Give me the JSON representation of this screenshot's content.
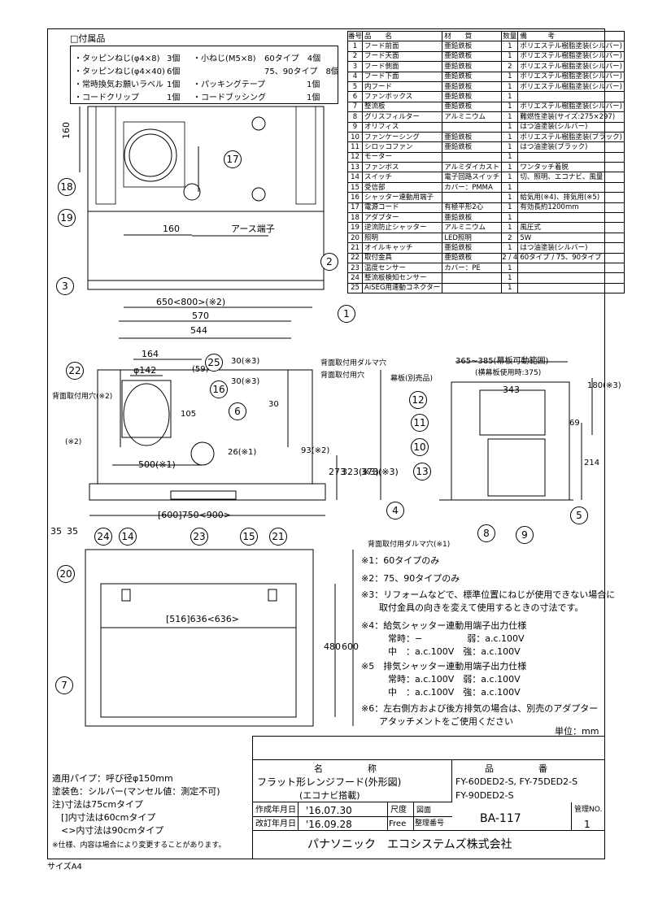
{
  "page": {
    "size_label": "サイズA4"
  },
  "accessories": {
    "heading": "□付属品",
    "items": [
      {
        "name": "・タッピンねじ(φ4×8)",
        "qty": "3個"
      },
      {
        "name": "・タッピンねじ(φ4×40)",
        "qty": "6個"
      },
      {
        "name": "・常時換気お願いラベル",
        "qty": "1個"
      },
      {
        "name": "・コードクリップ",
        "qty": "1個"
      }
    ],
    "items_right": [
      {
        "name": "・小ねじ(M5×8)",
        "qty": "60タイプ　4個"
      },
      {
        "name": "",
        "qty": "75、90タイプ　8個"
      },
      {
        "name": "・パッキングテープ",
        "qty": "1個"
      },
      {
        "name": "・コードブッシング",
        "qty": "1個"
      }
    ]
  },
  "parts_table": {
    "headers": [
      "番号",
      "品　　名",
      "材　　質",
      "数量",
      "備　　　考"
    ],
    "rows": [
      [
        "1",
        "フード前面",
        "亜鉛鉄板",
        "1",
        "ポリエステル樹脂塗装(シルバー)"
      ],
      [
        "2",
        "フード天面",
        "亜鉛鉄板",
        "1",
        "ポリエステル樹脂塗装(シルバー)"
      ],
      [
        "3",
        "フード側面",
        "亜鉛鉄板",
        "2",
        "ポリエステル樹脂塗装(シルバー)"
      ],
      [
        "4",
        "フード下面",
        "亜鉛鉄板",
        "1",
        "ポリエステル樹脂塗装(シルバー)"
      ],
      [
        "5",
        "内フード",
        "亜鉛鉄板",
        "1",
        "ポリエステル樹脂塗装(シルバー)"
      ],
      [
        "6",
        "ファンボックス",
        "亜鉛鉄板",
        "1",
        ""
      ],
      [
        "7",
        "整流板",
        "亜鉛鉄板",
        "1",
        "ポリエステル樹脂塗装(シルバー)"
      ],
      [
        "8",
        "グリスフィルター",
        "アルミニウム",
        "1",
        "難燃性塗装(サイズ:275×297)"
      ],
      [
        "9",
        "オリフィス",
        "",
        "1",
        "はつ油塗装(シルバー)"
      ],
      [
        "10",
        "ファンケーシング",
        "亜鉛鉄板",
        "1",
        "ポリエステル樹脂塗装(ブラック)"
      ],
      [
        "11",
        "シロッコファン",
        "亜鉛鉄板",
        "1",
        "はつ油塗装(ブラック)"
      ],
      [
        "12",
        "モーター",
        "",
        "1",
        ""
      ],
      [
        "13",
        "ファンボス",
        "アルミダイカスト",
        "1",
        "ワンタッチ着脱"
      ],
      [
        "14",
        "スイッチ",
        "電子回路スイッチ",
        "1",
        "切、照明、エコナビ、風量"
      ],
      [
        "15",
        "受信部",
        "カバー：PMMA",
        "1",
        ""
      ],
      [
        "16",
        "シャッター連動用端子",
        "",
        "1",
        "給気用(※4)、排気用(※5)"
      ],
      [
        "17",
        "電源コード",
        "有極平形2心",
        "1",
        "有効長約1200mm"
      ],
      [
        "18",
        "アダプター",
        "亜鉛鉄板",
        "1",
        ""
      ],
      [
        "19",
        "逆流防止シャッター",
        "アルミニウム",
        "1",
        "風圧式"
      ],
      [
        "20",
        "照明",
        "LED照明",
        "2",
        "5W"
      ],
      [
        "21",
        "オイルキャッチ",
        "亜鉛鉄板",
        "1",
        "はつ油塗装(シルバー)"
      ],
      [
        "22",
        "取付金具",
        "亜鉛鉄板",
        "2 / 4",
        "60タイプ / 75、90タイプ"
      ],
      [
        "23",
        "温度センサー",
        "カバー：PE",
        "1",
        ""
      ],
      [
        "24",
        "整流板検知センサー",
        "",
        "1",
        ""
      ],
      [
        "25",
        "AiSEG用連動コネクター",
        "",
        "1",
        ""
      ]
    ]
  },
  "drawing_labels": {
    "dim_160_top": "160",
    "dim_160_mid": "160",
    "earth_terminal": "アース端子",
    "dim_650_800": "650<800>(※2)",
    "dim_570": "570",
    "dim_544": "544",
    "dim_164": "164",
    "dim_phi142": "φ142",
    "dim_59": "(59)",
    "dim_30_a": "30(※3)",
    "dim_30_b": "30(※3)",
    "dim_30_c": "30",
    "dim_105": "105",
    "dim_500": "500(※1)",
    "dim_26": "26(※1)",
    "dim_93": "93(※2)",
    "dim_273": "273",
    "dim_323": "323(※3)",
    "dim_373": "373(※3)",
    "dim_35_a": "35",
    "dim_35_b": "35",
    "dim_750": "[600]750<900>",
    "rear_hole_top1": "背面取付用ダルマ穴",
    "rear_hole_top2": "背面取付用穴",
    "rear_hole_left": "背面取付用穴(※2)",
    "note_x2": "(※2)",
    "rear_hole_bottom": "背面取付用ダルマ穴(※1)",
    "side_range": "365~385(幕板可動範囲)",
    "side_range_sub": "(横幕板使用時:375)",
    "curtain_board": "幕板(別売品)",
    "dim_343": "343",
    "dim_180": "180(※3)",
    "dim_69": "69",
    "dim_214": "214",
    "dim_636": "[516]636<636>",
    "dim_480": "480",
    "dim_600": "600"
  },
  "part_bubbles": [
    "1",
    "2",
    "3",
    "4",
    "5",
    "6",
    "7",
    "8",
    "9",
    "10",
    "11",
    "12",
    "13",
    "14",
    "15",
    "16",
    "17",
    "18",
    "19",
    "20",
    "21",
    "22",
    "23",
    "24",
    "25"
  ],
  "notes": [
    "※1：60タイプのみ",
    "※2：75、90タイプのみ",
    "※3：リフォームなどで、標準位置にねじが使用できない場合に",
    "　　取付金具の向きを変えて使用するときの寸法です。",
    "※4：給気シャッター連動用端子出力仕様",
    "　　　常時：−　　　　　弱：a.c.100V",
    "　　　中　：a.c.100V　強：a.c.100V",
    "※5　排気シャッター連動用端子出力仕様",
    "　　　常時：a.c.100V　弱：a.c.100V",
    "　　　中　：a.c.100V　強：a.c.100V",
    "※6：左右側方および後方排気の場合は、別売のアダプター",
    "　　アタッチメントをご使用ください"
  ],
  "unit_label": "単位：mm",
  "bottom_notes": [
    "適用パイプ：呼び径φ150mm",
    "塗装色：シルバー(マンセル値：測定不可)",
    "注)寸法は75cmタイプ",
    "　[]内寸法は60cmタイプ",
    "　<>内寸法は90cmタイプ",
    "※仕様、内容は場合により変更することがあります。"
  ],
  "title_block": {
    "name_header": "名　　　　　称",
    "number_header": "品　　　　　番",
    "product_name_1": "フラット形レンジフード(外形図)",
    "product_name_2": "(エコナビ搭載)",
    "product_number_1": "FY-60DED2-S, FY-75DED2-S",
    "product_number_2": "FY-90DED2-S",
    "created_label": "作成年月日",
    "created_date": "'16.07.30",
    "scale_label": "尺度",
    "scale_value": "Free",
    "revised_label": "改訂年月日",
    "revised_date": "'16.09.28",
    "drawing_label": "図面",
    "serial_label": "整理番号",
    "drawing_number": "BA-117",
    "mgmt_label": "管理NO.",
    "mgmt_value": "1",
    "company": "パナソニック　エコシステムズ株式会社"
  }
}
